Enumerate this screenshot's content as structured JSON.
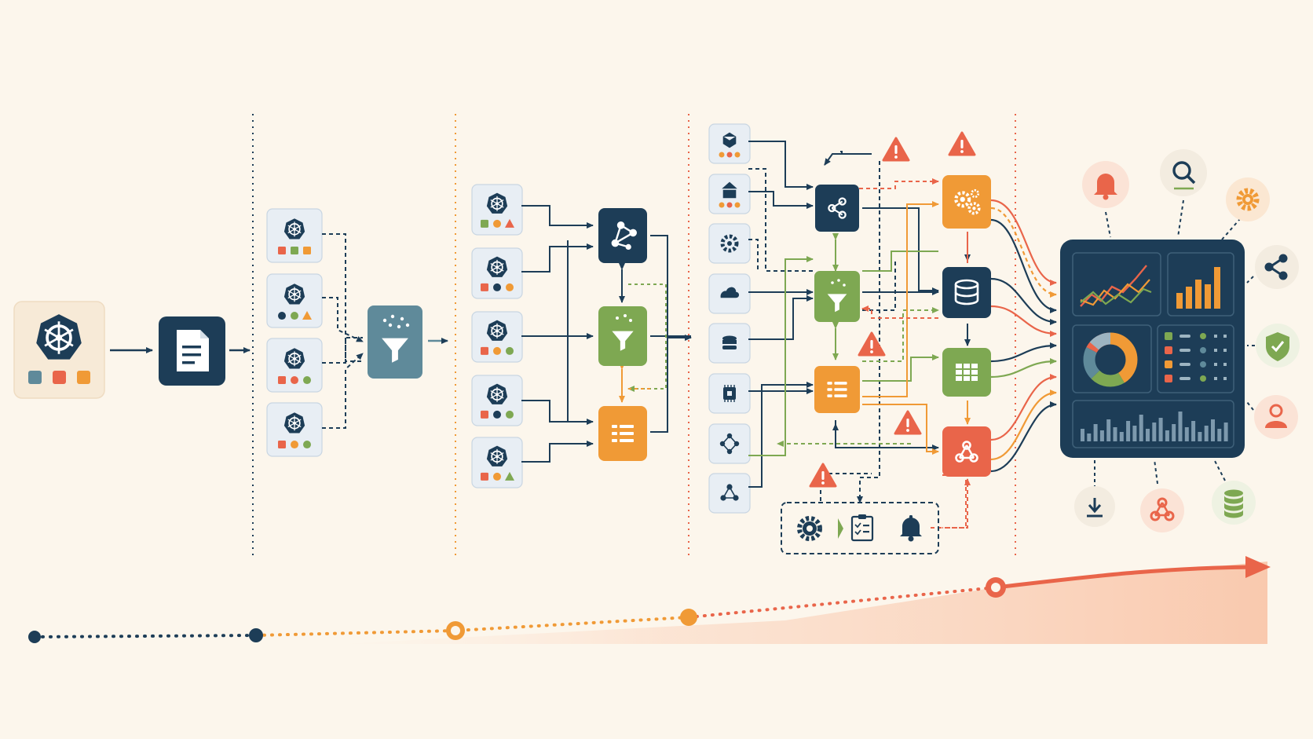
{
  "palette": {
    "background": "#fcf6ec",
    "navy": "#1d3d57",
    "slate": "#5f8a9a",
    "green": "#7ea852",
    "orange": "#f09a36",
    "red": "#e9654a",
    "light_tile": "#e8eef4",
    "cream_tile": "#f7ead7"
  },
  "stages": [
    {
      "id": "single-cluster",
      "glyph": "helm-wheel-icon"
    },
    {
      "id": "manifest",
      "glyph": "document-icon"
    },
    {
      "id": "multi-cluster-filter",
      "glyph": "funnel-icon"
    },
    {
      "id": "federated-pipeline",
      "glyph": "graph-icon"
    },
    {
      "id": "event-driven-mesh",
      "glyph": "gears-icon"
    },
    {
      "id": "observability-dashboard",
      "glyph": "dashboard-icon"
    }
  ],
  "dashboard_icons": [
    "bell-icon",
    "search-icon",
    "gear-icon",
    "share-icon",
    "shield-check-icon",
    "user-icon",
    "download-icon",
    "webhook-icon",
    "database-icon"
  ],
  "control_panel_icons": [
    "gear-icon",
    "checklist-icon",
    "bell-icon"
  ],
  "warning_icon": "warning-triangle-icon"
}
